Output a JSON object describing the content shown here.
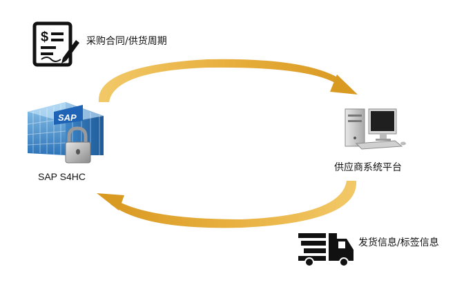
{
  "diagram": {
    "nodes": {
      "sap": {
        "label": "SAP S4HC",
        "icon": "sap-server-lock-icon"
      },
      "platform": {
        "label": "供应商系统平台",
        "icon": "desktop-computer-icon"
      }
    },
    "flows": {
      "top": {
        "label": "采购合同/供货周期",
        "icon": "contract-document-icon",
        "direction": "sap-to-platform"
      },
      "bottom": {
        "label": "发货信息/标签信息",
        "icon": "delivery-truck-icon",
        "direction": "platform-to-sap"
      }
    },
    "colors": {
      "arrow": "#E0A530",
      "arrow_light": "#F3CE78",
      "icon_dark": "#111111"
    }
  }
}
